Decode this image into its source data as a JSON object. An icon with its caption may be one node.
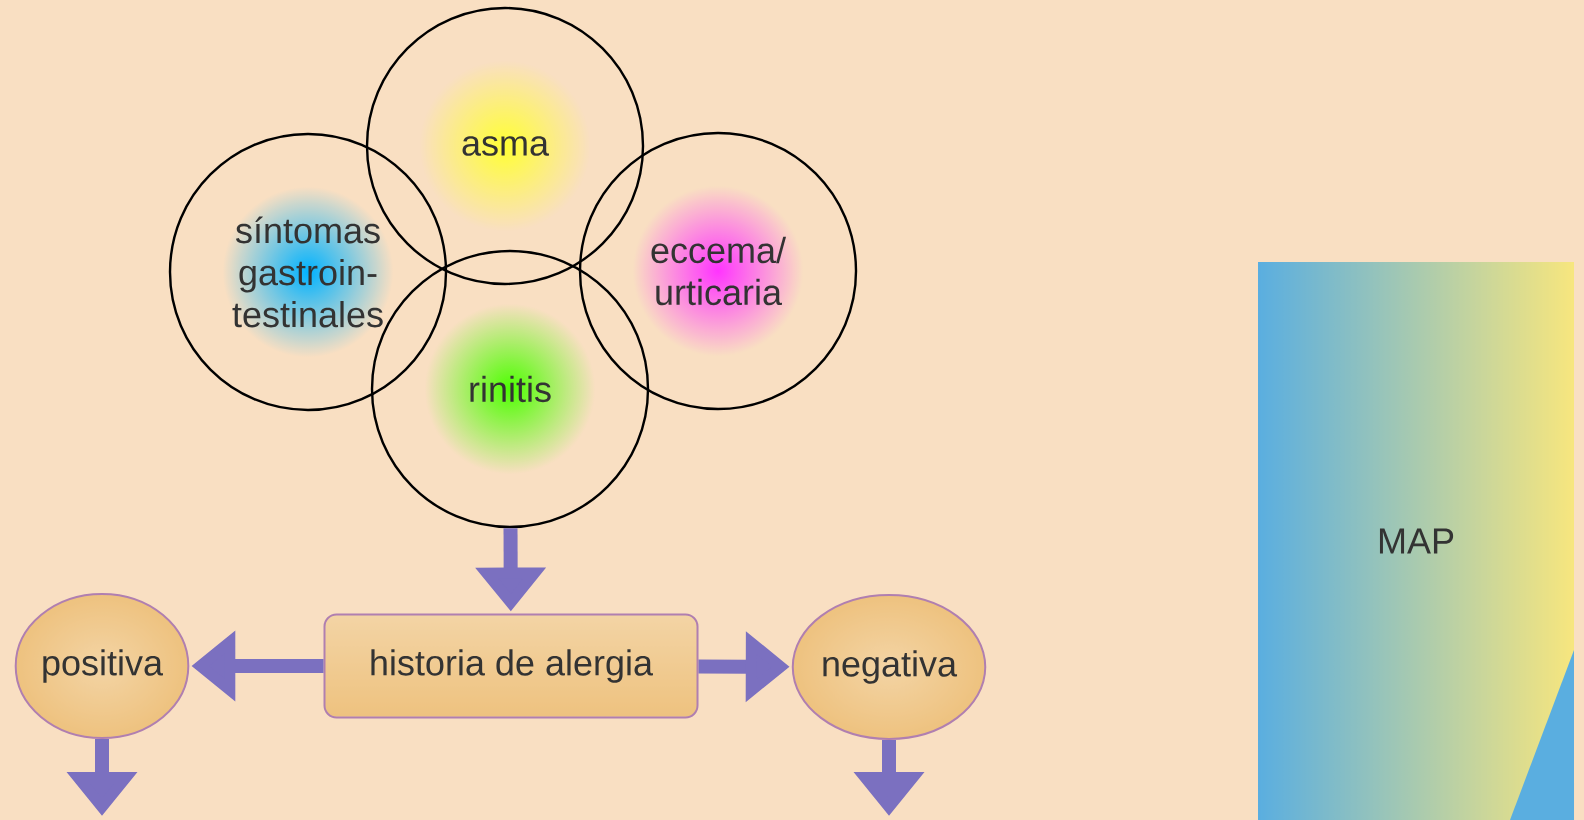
{
  "diagram": {
    "nodes": [
      {
        "text": [
          "asma"
        ]
      },
      {
        "text": [
          "síntomas gastroin- testinales"
        ]
      },
      {
        "text": [
          "eccema/ urticaria"
        ]
      },
      {
        "text": [
          "rinitis"
        ]
      },
      {
        "text": [
          "historia de alergia"
        ]
      },
      {
        "text": [
          "positiva"
        ]
      },
      {
        "text": [
          "negativa"
        ]
      },
      {
        "text": [
          "MAP"
        ]
      }
    ],
    "edges": [
      {
        "from": 3,
        "to": 4,
        "arrow": "to"
      },
      {
        "from": 4,
        "to": 5,
        "arrow": "to"
      },
      {
        "from": 4,
        "to": 6,
        "arrow": "to"
      },
      {
        "from": 5,
        "to": null,
        "arrow": "to"
      },
      {
        "from": 6,
        "to": null,
        "arrow": "to"
      }
    ]
  }
}
